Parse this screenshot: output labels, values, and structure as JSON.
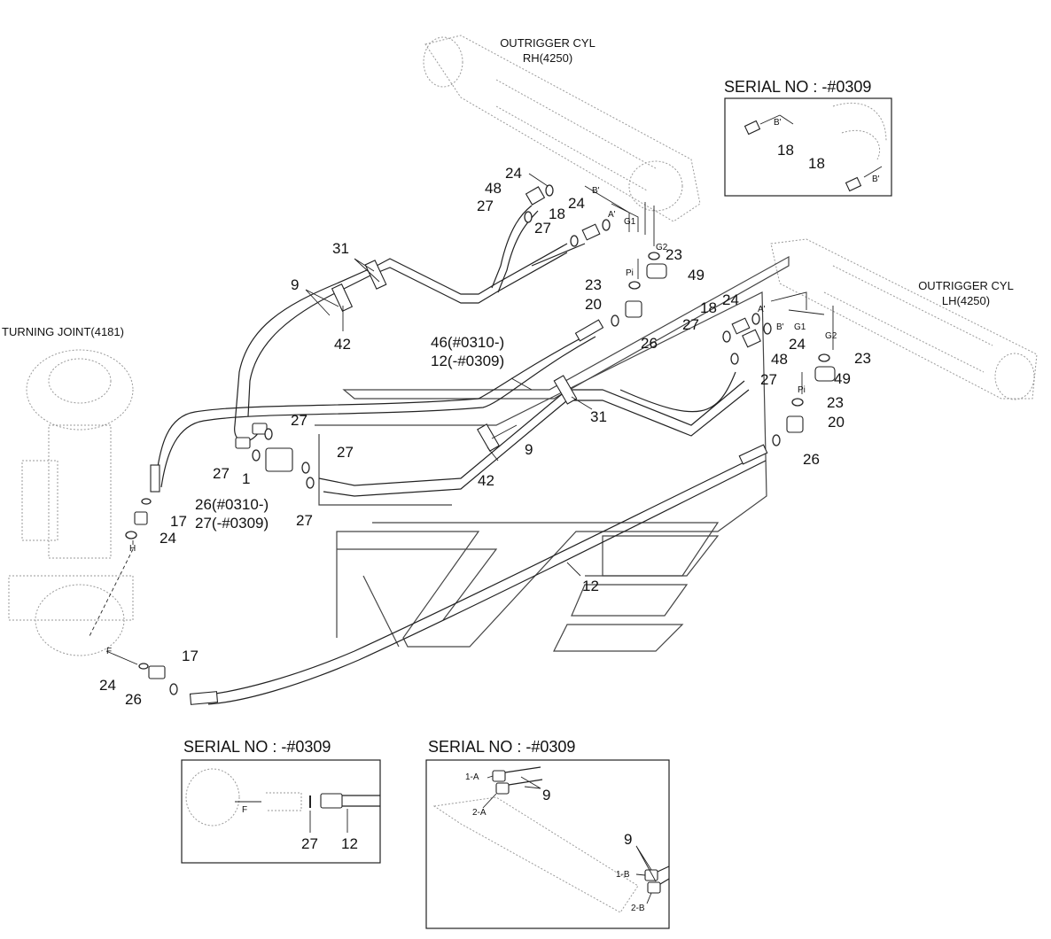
{
  "titles": {
    "outrigger_rh_line1": "OUTRIGGER CYL",
    "outrigger_rh_line2": "RH(4250)",
    "outrigger_lh_line1": "OUTRIGGER CYL",
    "outrigger_lh_line2": "LH(4250)",
    "turning_joint": "TURNING JOINT(4181)"
  },
  "inset_top": {
    "serial": "SERIAL NO : -#0309",
    "part_a": "18",
    "part_b": "18",
    "port_a": "B'",
    "port_b": "B'"
  },
  "inset_bottom_left": {
    "serial": "SERIAL NO : -#0309",
    "port": "F",
    "part_a": "27",
    "part_b": "12"
  },
  "inset_bottom_right": {
    "serial": "SERIAL NO : -#0309",
    "part_upper": "9",
    "part_lower": "9",
    "port_1a": "1-A",
    "port_2a": "2-A",
    "port_1b": "1-B",
    "port_2b": "2-B"
  },
  "callouts": {
    "c24_a": "24",
    "c48_a": "48",
    "c27_a": "27",
    "c18_a": "18",
    "c24_b": "24",
    "c27_b": "27",
    "c23_a": "23",
    "c49_a": "49",
    "c23_b": "23",
    "c20_a": "20",
    "c26_a": "26",
    "c31_a": "31",
    "c9_a": "9",
    "c42_a": "42",
    "c46_12_l1": "46(#0310-)",
    "c46_12_l2": "12(-#0309)",
    "c24_c": "24",
    "c18_b": "18",
    "c27_c": "27",
    "c24_d": "24",
    "c48_b": "48",
    "c27_d": "27",
    "c23_c": "23",
    "c49_b": "49",
    "c23_d": "23",
    "c20_b": "20",
    "c26_b": "26",
    "c31_b": "31",
    "c9_b": "9",
    "c42_b": "42",
    "c27_e": "27",
    "c27_f": "27",
    "c27_g": "27",
    "c1": "1",
    "c27_h": "27",
    "c26_27_l1": "26(#0310-)",
    "c26_27_l2": "27(-#0309)",
    "c17_a": "17",
    "c24_e": "24",
    "c12": "12",
    "c17_b": "17",
    "c24_f": "24",
    "c26_c": "26"
  },
  "ports": {
    "rh_b": "B'",
    "rh_a": "A'",
    "rh_g1": "G1",
    "rh_g2": "G2",
    "rh_pi": "Pi",
    "lh_a": "A'",
    "lh_b": "B'",
    "lh_g1": "G1",
    "lh_g2": "G2",
    "lh_pi": "Pi",
    "tj_h": "H",
    "tj_f": "F"
  }
}
